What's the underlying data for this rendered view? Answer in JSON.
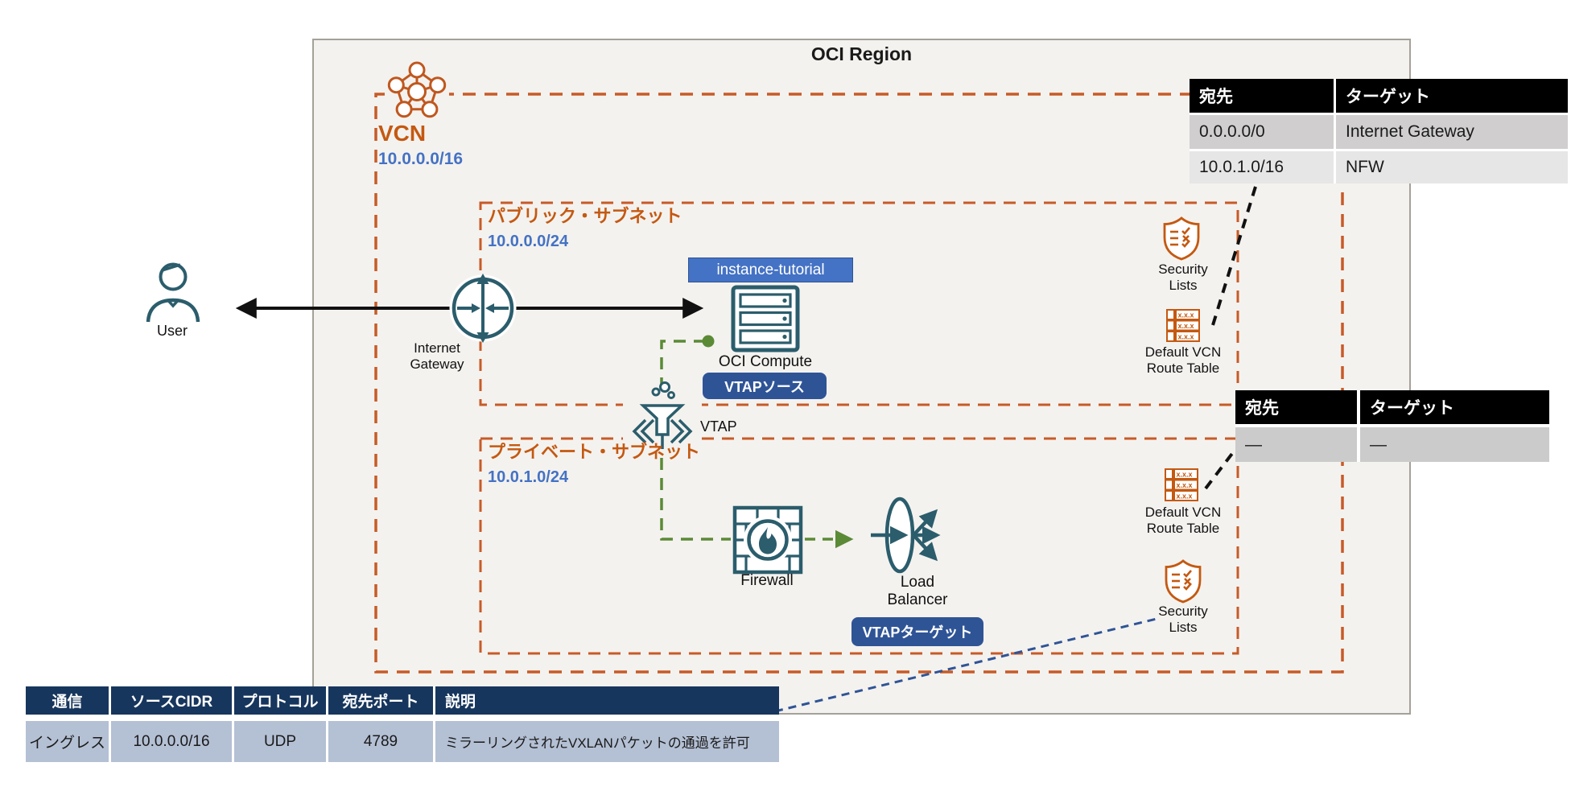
{
  "region": {
    "title": "OCI Region"
  },
  "vcn": {
    "name": "VCN",
    "cidr": "10.0.0.0/16"
  },
  "subnets": {
    "public": {
      "name": "パブリック・サブネット",
      "cidr": "10.0.0.0/24"
    },
    "private": {
      "name": "プライベート・サブネット",
      "cidr": "10.0.1.0/24"
    }
  },
  "nodes": {
    "user": {
      "label": "User"
    },
    "internet_gateway": {
      "line1": "Internet",
      "line2": "Gateway"
    },
    "compute": {
      "tag": "instance-tutorial",
      "label": "OCI Compute",
      "badge": "VTAPソース"
    },
    "vtap": {
      "label": "VTAP"
    },
    "firewall": {
      "label": "Firewall"
    },
    "load_balancer": {
      "line1": "Load",
      "line2": "Balancer",
      "badge": "VTAPターゲット"
    },
    "security_lists_public": {
      "line1": "Security",
      "line2": "Lists"
    },
    "route_table_public": {
      "line1": "Default VCN",
      "line2": "Route Table"
    },
    "route_table_private": {
      "line1": "Default VCN",
      "line2": "Route Table"
    },
    "security_lists_private": {
      "line1": "Security",
      "line2": "Lists"
    }
  },
  "icons": {
    "route_table_cell": "x.x.x"
  },
  "tables": {
    "vcn_route_table": {
      "headers": [
        "宛先",
        "ターゲット"
      ],
      "rows": [
        [
          "0.0.0.0/0",
          "Internet Gateway"
        ],
        [
          "10.0.1.0/16",
          "NFW"
        ]
      ]
    },
    "private_route_table": {
      "headers": [
        "宛先",
        "ターゲット"
      ],
      "rows": [
        [
          "—",
          "—"
        ]
      ]
    },
    "security_rule": {
      "headers": [
        "通信",
        "ソースCIDR",
        "プロトコル",
        "宛先ポート",
        "説明"
      ],
      "rows": [
        [
          "イングレス",
          "10.0.0.0/16",
          "UDP",
          "4789",
          "ミラーリングされたVXLANパケットの通過を許可"
        ]
      ]
    }
  },
  "colors": {
    "orange": "#C45911",
    "blue_text": "#4472C4",
    "teal": "#2B5D6C",
    "green": "#5B8A36",
    "badge_blue": "#2F5496",
    "table_header_navy": "#17365D",
    "table_row_blue": "#B4C0D4",
    "black_header": "#000000",
    "row_gray_dark": "#D0CECE",
    "row_gray_light": "#E7E6E6",
    "row_gray_mid": "#CBCBCB",
    "region_fill": "#F4F2EF",
    "region_border": "#A5A199"
  }
}
